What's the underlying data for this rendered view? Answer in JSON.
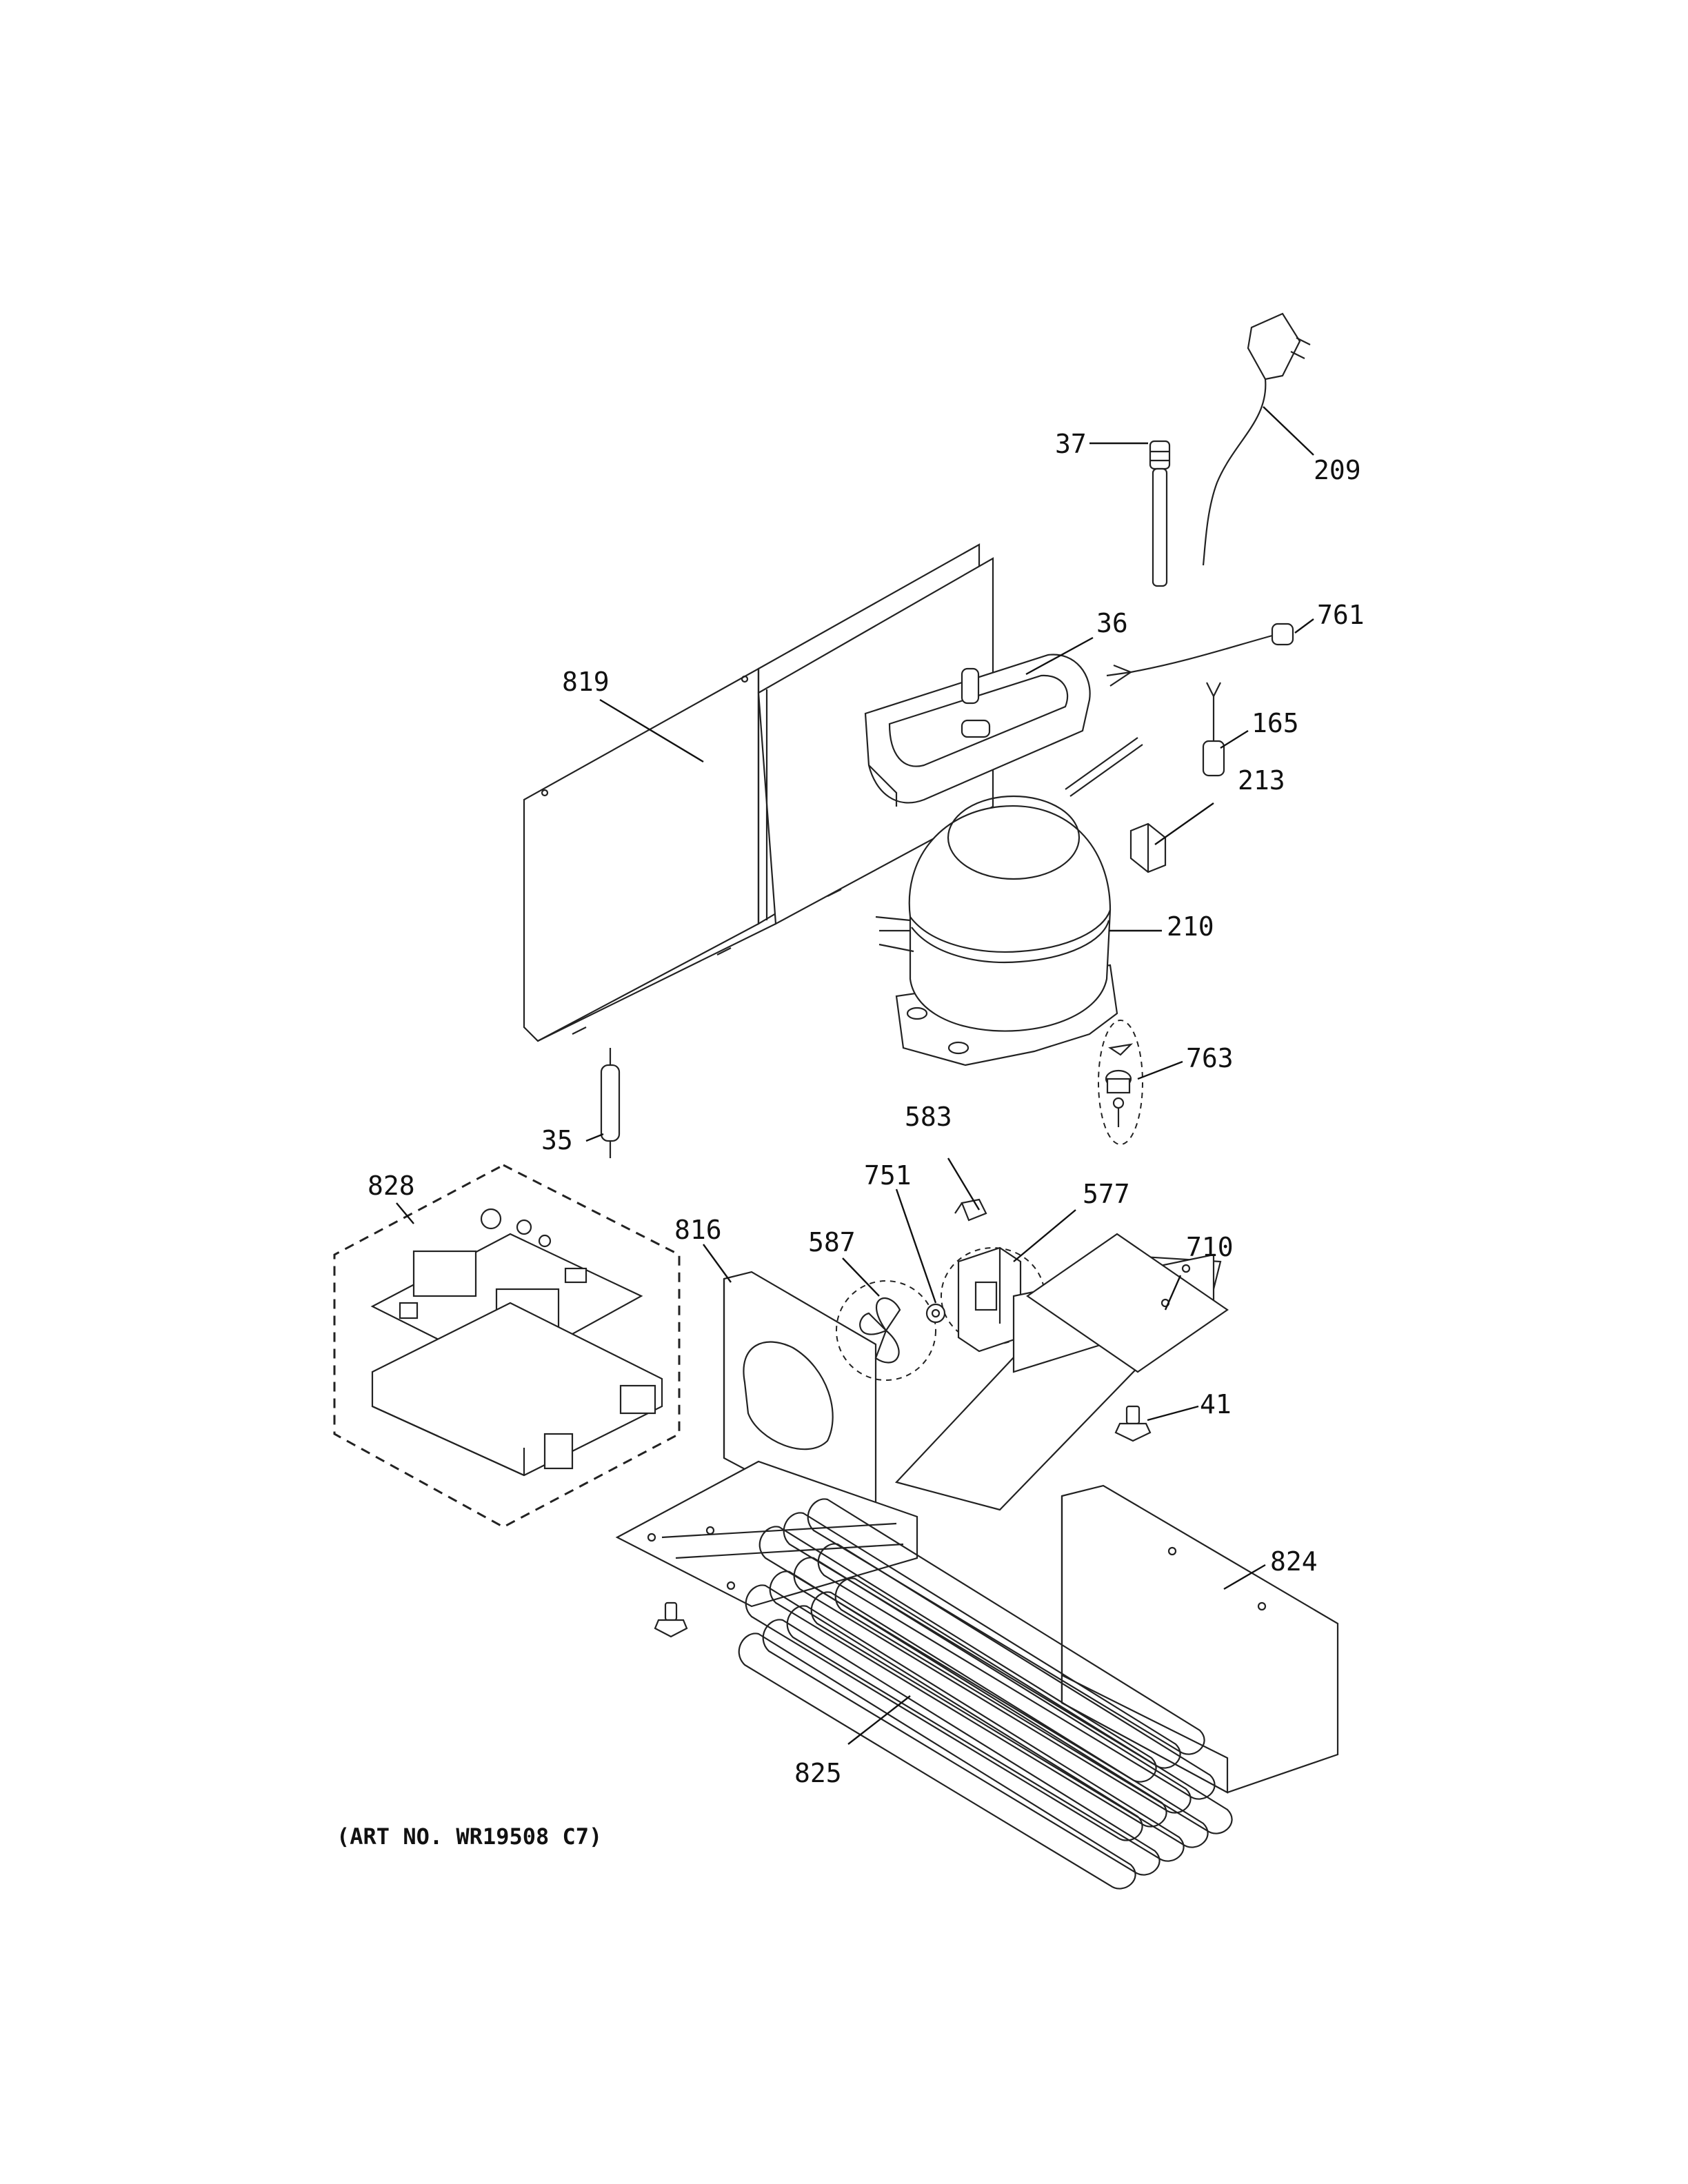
{
  "labels": {
    "p37": "37",
    "p209": "209",
    "p761": "761",
    "p36": "36",
    "p819": "819",
    "p165": "165",
    "p213": "213",
    "p210": "210",
    "p763": "763",
    "p35": "35",
    "p583": "583",
    "p828": "828",
    "p751": "751",
    "p577": "577",
    "p816": "816",
    "p587": "587",
    "p710": "710",
    "p41": "41",
    "p824": "824",
    "p825": "825"
  },
  "art_number": "(ART NO. WR19508 C7)"
}
